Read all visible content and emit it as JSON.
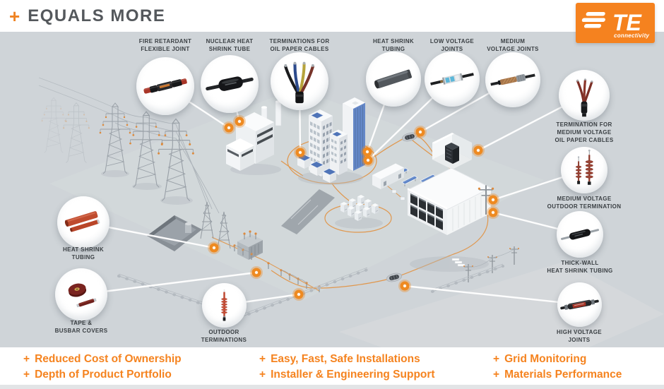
{
  "header": {
    "plus": "+",
    "title": "EQUALS MORE"
  },
  "logo": {
    "brand": "TE",
    "tagline": "connectivity",
    "color": "#f5821f"
  },
  "colors": {
    "accent_orange": "#f5831f",
    "background_gray": "#cfd4d8",
    "label_text": "#3a3f43",
    "title_text": "#54585c",
    "marker_orange": "#ee8a21",
    "leader_line": "#ffffff"
  },
  "callouts": [
    {
      "id": "fire-retardant-flexible-joint",
      "label": "FIRE RETARDANT\nFLEXIBLE JOINT"
    },
    {
      "id": "nuclear-heat-shrink-tube",
      "label": "NUCLEAR HEAT\nSHRINK TUBE"
    },
    {
      "id": "terminations-for-oil-paper-cables",
      "label": "TERMINATIONS FOR\nOIL PAPER CABLES"
    },
    {
      "id": "heat-shrink-tubing-top",
      "label": "HEAT SHRINK\nTUBING"
    },
    {
      "id": "low-voltage-joints",
      "label": "LOW VOLTAGE\nJOINTS"
    },
    {
      "id": "medium-voltage-joints",
      "label": "MEDIUM\nVOLTAGE JOINTS"
    },
    {
      "id": "termination-for-medium-voltage-oil-paper-cables",
      "label": "TERMINATION FOR\nMEDIUM VOLTAGE\nOIL PAPER CABLES"
    },
    {
      "id": "medium-voltage-outdoor-termination",
      "label": "MEDIUM VOLTAGE\nOUTDOOR TERMINATION"
    },
    {
      "id": "thick-wall-heat-shrink-tubing",
      "label": "THICK-WALL\nHEAT SHRINK TUBING"
    },
    {
      "id": "high-voltage-joints",
      "label": "HIGH VOLTAGE\nJOINTS"
    },
    {
      "id": "heat-shrink-tubing-left",
      "label": "HEAT SHRINK\nTUBING"
    },
    {
      "id": "tape-and-busbar-covers",
      "label": "TAPE &\nBUSBAR COVERS"
    },
    {
      "id": "outdoor-terminations",
      "label": "OUTDOOR\nTERMINATIONS"
    }
  ],
  "footer": {
    "bullet": "+",
    "columns": [
      [
        "Reduced Cost of Ownership",
        "Depth of Product Portfolio"
      ],
      [
        "Easy, Fast, Safe Installations",
        "Installer & Engineering Support"
      ],
      [
        "Grid Monitoring",
        "Materials Performance"
      ]
    ]
  }
}
